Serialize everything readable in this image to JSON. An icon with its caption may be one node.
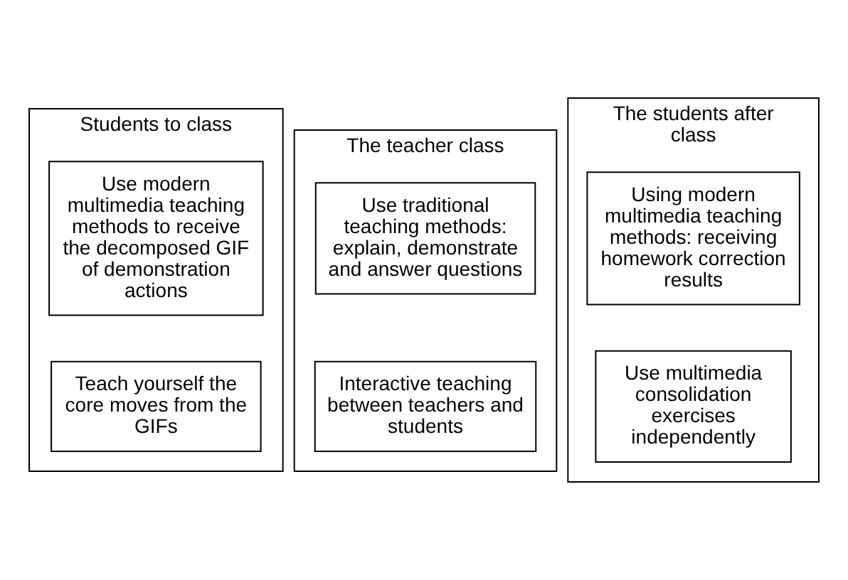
{
  "diagram": {
    "nodes": [
      {
        "text": [
          "Students to class"
        ]
      },
      {
        "text": [
          "Use modern multimedia teaching methods to receive the decomposed GIF of demonstration actions"
        ],
        "in": 0
      },
      {
        "text": [
          "Teach yourself the core moves from the GIFs"
        ],
        "in": 0
      },
      {
        "text": [
          "The teacher class"
        ]
      },
      {
        "text": [
          "Use traditional teaching methods: explain, demonstrate and answer questions"
        ],
        "in": 3
      },
      {
        "text": [
          "Interactive teaching between teachers and students"
        ],
        "in": 3
      },
      {
        "text": [
          "The students after class"
        ]
      },
      {
        "text": [
          "Using modern multimedia teaching methods: receiving homework correction results"
        ],
        "in": 6
      },
      {
        "text": [
          "Use multimedia consolidation exercises independently"
        ],
        "in": 6
      }
    ],
    "edges": []
  }
}
